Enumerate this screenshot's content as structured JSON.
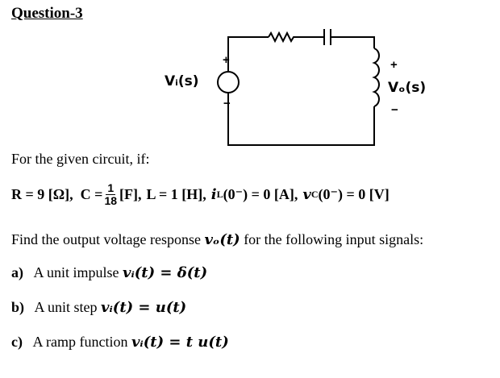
{
  "title": "Question-3",
  "circuit": {
    "input_label": "Vᵢ(s)",
    "output_label": "Vₒ(s)",
    "plus": "+",
    "minus": "−"
  },
  "intro": "For the given circuit, if:",
  "params": {
    "r": "R = 9 [Ω],",
    "c_prefix": "C =",
    "c_num": "1",
    "c_den": "18",
    "c_unit": "[F],",
    "l": "L = 1 [H],",
    "il_init": "i",
    "il_sub": "L",
    "il_rest": "(0⁻) = 0 [A],",
    "vc_init": "v",
    "vc_sub": "C",
    "vc_rest": "(0⁻) = 0 [V]"
  },
  "find": {
    "prefix": "Find the output voltage response",
    "expr": "vₒ(t)",
    "suffix": "for the following input signals:"
  },
  "items": [
    {
      "label": "a)",
      "text": "A unit impulse",
      "expr": "vᵢ(t) = δ(t)"
    },
    {
      "label": "b)",
      "text": "A unit step",
      "expr": "vᵢ(t) = u(t)"
    },
    {
      "label": "c)",
      "text": "A ramp function",
      "expr": "vᵢ(t) = t u(t)"
    }
  ]
}
